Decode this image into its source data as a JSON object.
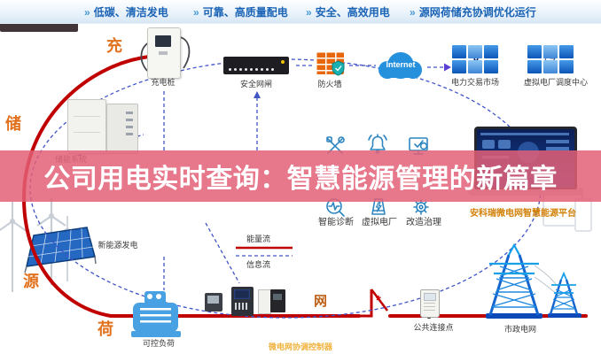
{
  "top_nav": {
    "items": [
      {
        "label": "低碳、清洁发电"
      },
      {
        "label": "可靠、高质量配电"
      },
      {
        "label": "安全、高效用电"
      },
      {
        "label": "源网荷储充协调优化运行"
      }
    ]
  },
  "headline": {
    "text": "公司用电实时查询：智慧能源管理的新篇章"
  },
  "nodes": {
    "charge": "充",
    "storage": "储",
    "source": "源",
    "load": "荷",
    "grid": "网"
  },
  "labels": {
    "charging_pile": "充电桩",
    "security_gateway": "安全网闸",
    "firewall": "防火墙",
    "internet": "Internet",
    "power_market": "电力交易市场",
    "vpp_dispatch": "虚拟电厂调度中心",
    "storage_system": "储能系统",
    "renewable_gen": "新能源发电",
    "controllable_load": "可控负荷",
    "mg_controller": "微电网协调控制器",
    "platform": "安科瑞微电网智慧能源平台",
    "pcc": "公共连接点",
    "city_grid": "市政电网"
  },
  "legend": {
    "energy_flow": "能量流",
    "info_flow": "信息流"
  },
  "icon_grid": {
    "items": [
      {
        "icon": "diagnosis-icon",
        "label": "智能诊断"
      },
      {
        "icon": "factory-icon",
        "label": "虚拟电厂"
      },
      {
        "icon": "gear-icon",
        "label": "改造治理"
      }
    ]
  },
  "colors": {
    "accent_orange": "#e2711d",
    "energy_red": "#c00000",
    "info_blue": "#4054c8",
    "banner_pink": "#e35f75",
    "icon_blue": "#2e86c1",
    "tower_blue": "#1565d0"
  }
}
